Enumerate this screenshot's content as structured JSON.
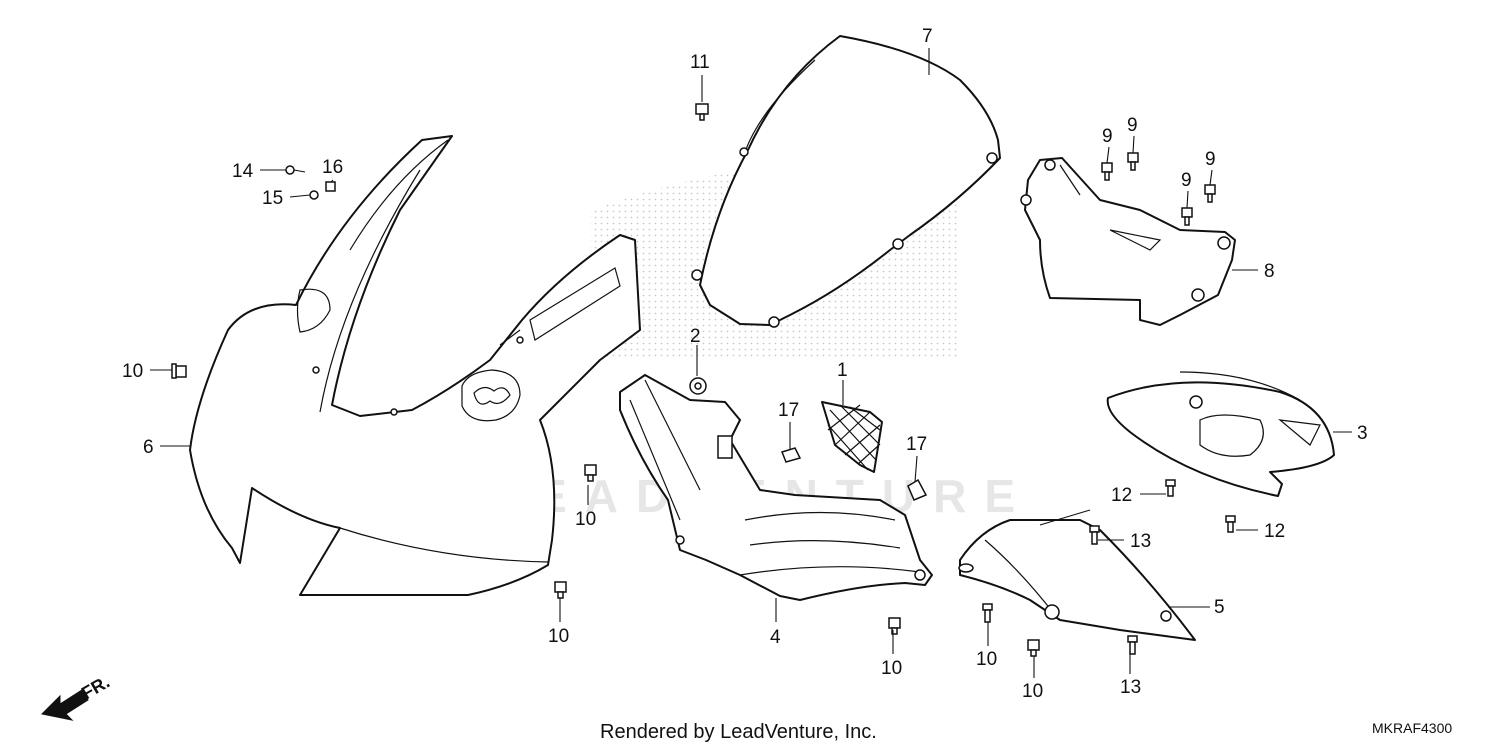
{
  "diagram": {
    "callouts": {
      "c1": "1",
      "c2": "2",
      "c3": "3",
      "c4": "4",
      "c5": "5",
      "c6": "6",
      "c7": "7",
      "c8": "8",
      "c9a": "9",
      "c9b": "9",
      "c9c": "9",
      "c9d": "9",
      "c10a": "10",
      "c10b": "10",
      "c10c": "10",
      "c10d": "10",
      "c10e": "10",
      "c10f": "10",
      "c11": "11",
      "c12a": "12",
      "c12b": "12",
      "c13a": "13",
      "c13b": "13",
      "c14": "14",
      "c15": "15",
      "c16": "16",
      "c17a": "17",
      "c17b": "17"
    },
    "watermark": "LEADVENTURE",
    "direction_label": "FR.",
    "footer_credit": "Rendered by LeadVenture, Inc.",
    "diagram_code": "MKRAF4300"
  }
}
